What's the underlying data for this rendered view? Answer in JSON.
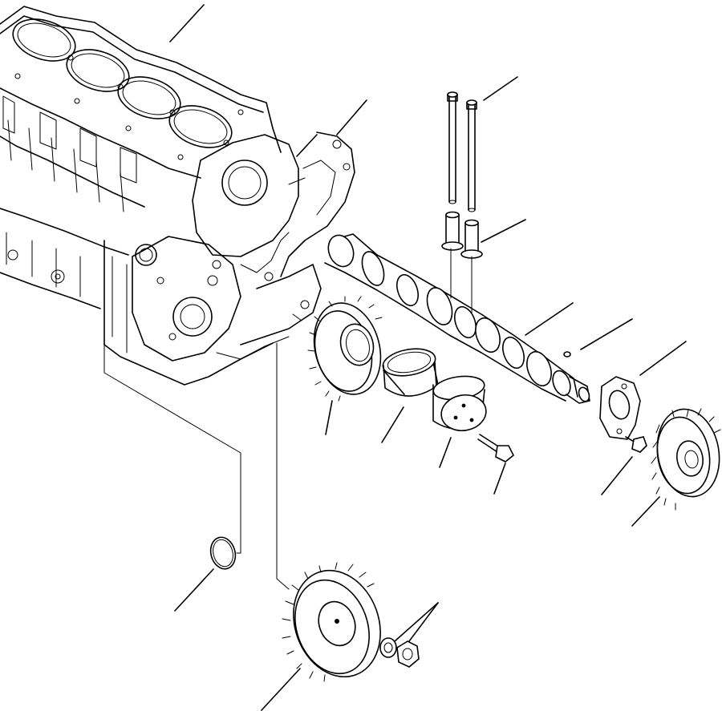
{
  "diagram": {
    "parts": [
      "cylinder-block",
      "front-plate",
      "push-rod",
      "tappet",
      "camshaft",
      "key",
      "thrust-plate",
      "thrust-plate-bolt",
      "camshaft-gear",
      "idler-gear",
      "idler-bushing",
      "idler-shaft",
      "idler-shaft-bolt",
      "o-ring",
      "pump-drive-gear",
      "washer",
      "nut"
    ],
    "callouts_labeled": false
  }
}
